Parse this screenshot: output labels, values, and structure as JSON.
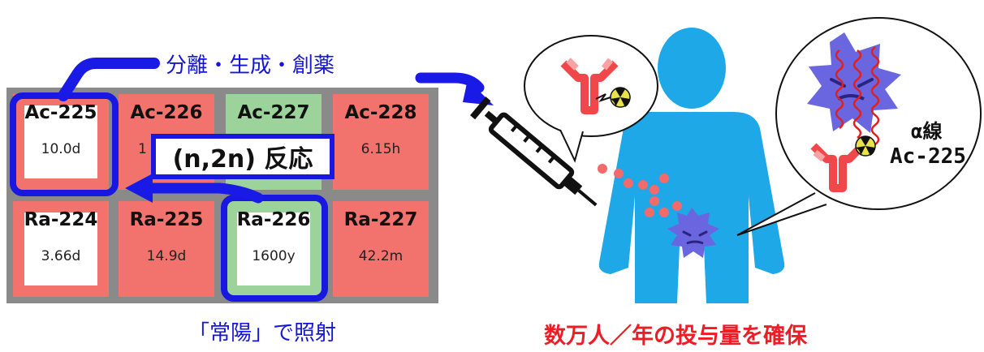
{
  "nuclide_table": {
    "rows": [
      [
        {
          "name": "Ac-225",
          "half_life": "10.0d",
          "color": "#f2736d"
        },
        {
          "name": "Ac-226",
          "half_life": "1",
          "color": "#f2736d"
        },
        {
          "name": "Ac-227",
          "half_life": "",
          "color": "#9bd39b"
        },
        {
          "name": "Ac-228",
          "half_life": "6.15h",
          "color": "#f2736d"
        }
      ],
      [
        {
          "name": "Ra-224",
          "half_life": "3.66d",
          "color": "#f2736d"
        },
        {
          "name": "Ra-225",
          "half_life": "14.9d",
          "color": "#f2736d"
        },
        {
          "name": "Ra-226",
          "half_life": "1600y",
          "color": "#9bd39b"
        },
        {
          "name": "Ra-227",
          "half_life": "42.2m",
          "color": "#f2736d"
        }
      ]
    ]
  },
  "labels": {
    "process": "分離・生成・創薬",
    "reaction": "(n,2n) 反応",
    "irradiation": "「常陽」で照射",
    "alpha_ray": "α線",
    "isotope": "Ac-225",
    "dose_goal": "数万人／年の投与量を確保"
  },
  "colors": {
    "arrow_blue": "#1a1ae6",
    "body_blue": "#1ea8e8",
    "antibody_red": "#f0484a",
    "cancer_purple": "#6a66e0",
    "dose_red": "#ee1c25"
  },
  "icons": [
    "syringe-icon",
    "antibody-icon",
    "radiation-icon",
    "cancer-cell-icon",
    "human-body-icon"
  ]
}
